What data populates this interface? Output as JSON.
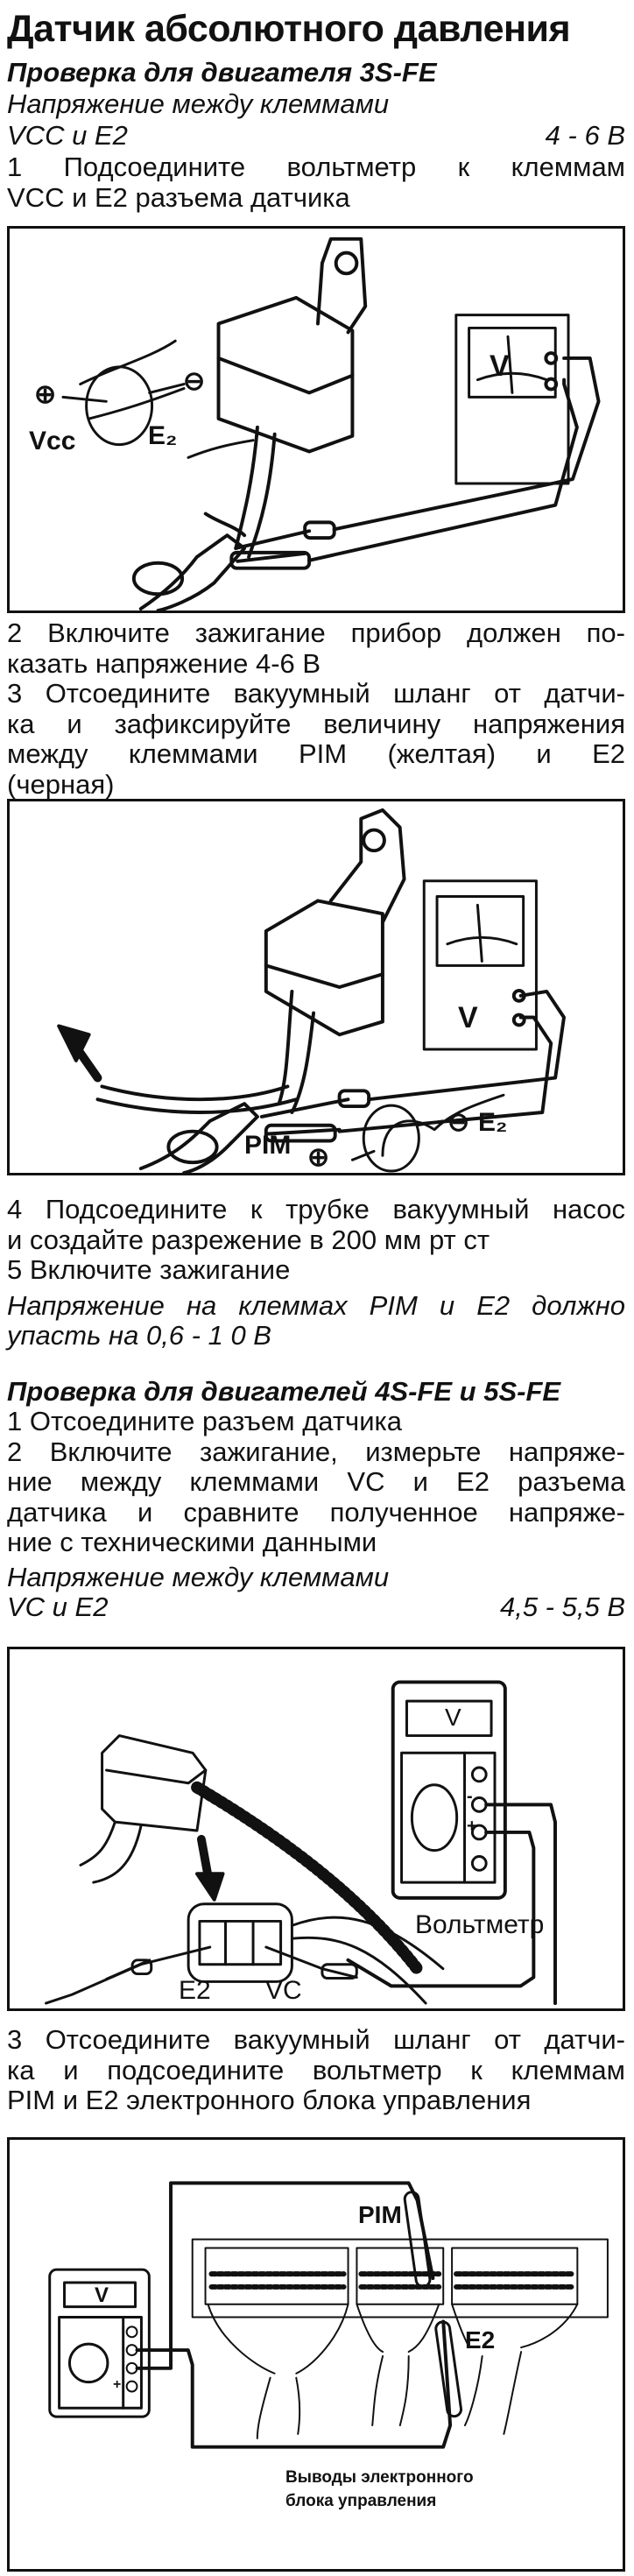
{
  "title": "Датчик абсолютного давления",
  "section1": {
    "heading": "Проверка для двигателя 3S-FE",
    "spec_label": "Напряжение между клеммами",
    "spec_terminals": "VCC и E2",
    "spec_value": "4 - 6 В",
    "step1": [
      "1  Подсоедините вольтметр к клеммам",
      "VCC и E2 разъема датчика"
    ],
    "figure1": {
      "vcc": "Vcc",
      "e2": "E₂",
      "plus": "⊕",
      "minus": "⊖",
      "meter": "V"
    },
    "step2": [
      "2  Включите зажигание  прибор должен по-",
      "казать напряжение 4-6 В"
    ],
    "step3": [
      "3  Отсоедините вакуумный шланг от датчи-",
      "ка и зафиксируйте величину напряжения",
      "между клеммами PIM (желтая) и E2",
      "(черная)"
    ],
    "figure2": {
      "pim": "PIM",
      "e2": "E₂",
      "plus": "⊕",
      "minus": "⊖",
      "meter": "V"
    },
    "step4": [
      "4  Подсоедините к трубке вакуумный насос",
      "и создайте разрежение в 200 мм  рт  ст"
    ],
    "step5": "5  Включите зажигание",
    "note": [
      "Напряжение на клеммах PIM и E2 должно",
      "упасть на 0,6 - 1 0 В"
    ]
  },
  "section2": {
    "heading": "Проверка для двигателей 4S-FE и 5S-FE",
    "step1": "1  Отсоедините разъем датчика",
    "step2": [
      "2  Включите зажигание, измерьте напряже-",
      "ние между клеммами VC и E2 разъема",
      "датчика и сравните полученное напряже-",
      "ние с техническими данными"
    ],
    "spec_label": "Напряжение между клеммами",
    "spec_terminals": "VC и E2",
    "spec_value": "4,5 - 5,5 В",
    "figure3": {
      "meter": "V",
      "voltmeter": "Вольтметр",
      "e2": "E2",
      "vc": "VC",
      "minus": "-",
      "plus": "+"
    },
    "step3": [
      "3  Отсоедините вакуумный шланг от датчи-",
      "ка и подсоедините вольтметр к клеммам",
      "PIM и E2 электронного блока управления"
    ],
    "figure4": {
      "meter": "V",
      "plus": "+",
      "pim": "PIM",
      "e2": "E2",
      "caption": [
        "Выводы электронного",
        "блока управления"
      ]
    }
  }
}
